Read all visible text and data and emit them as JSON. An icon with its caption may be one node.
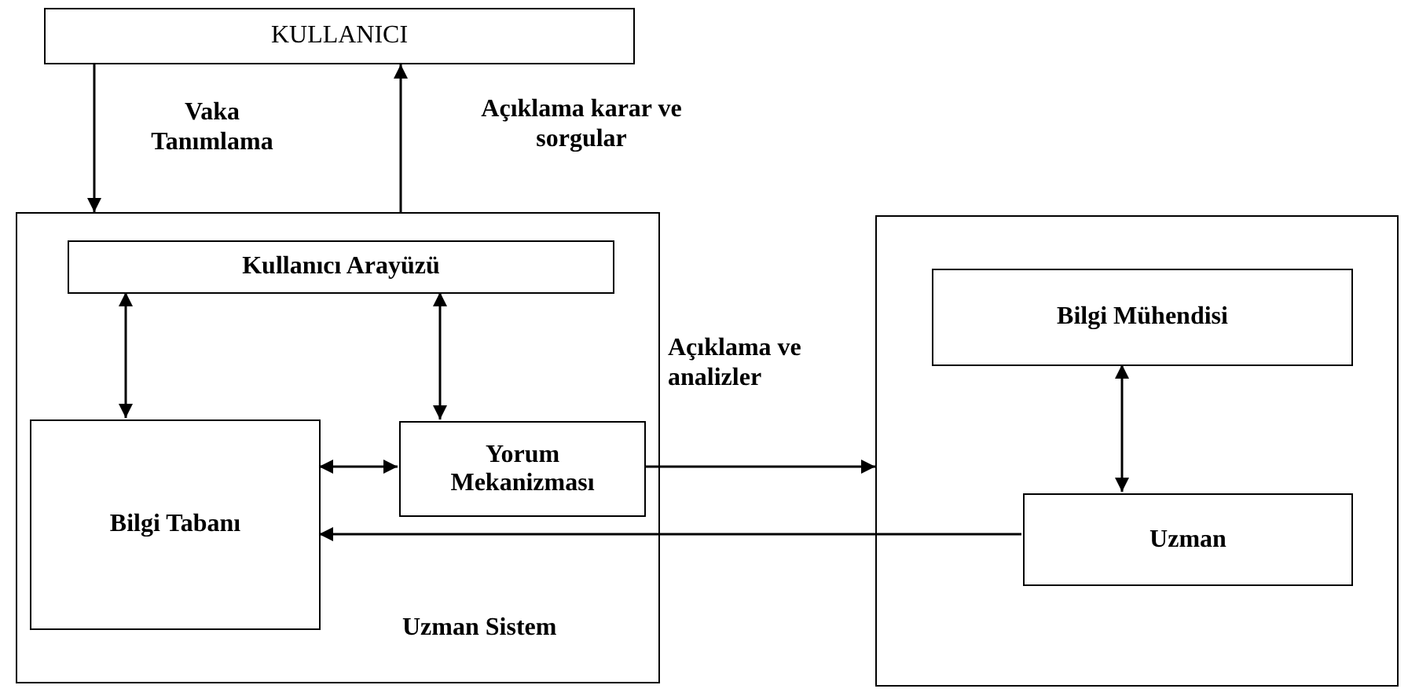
{
  "diagram": {
    "nodes": [
      {
        "text": [
          "KULLANICI"
        ]
      },
      {
        "text": [
          "Uzman Sistem"
        ]
      },
      {
        "text": [
          "Kullanıcı Arayüzü"
        ],
        "in": 1
      },
      {
        "text": [
          "Bilgi Tabanı"
        ],
        "in": 1
      },
      {
        "text": [
          "Yorum Mekanizması"
        ],
        "in": 1
      },
      {
        "text": [],
        "shape": "box"
      },
      {
        "text": [
          "Bilgi Mühendisi"
        ],
        "in": 5
      },
      {
        "text": [
          "Uzman"
        ],
        "in": 5
      }
    ],
    "edges": [
      {
        "from": 0,
        "to": 1,
        "arrow": "to",
        "label": "Vaka Tanımlama"
      },
      {
        "from": 1,
        "to": 0,
        "arrow": "to",
        "label": "Açıklama karar ve sorgular"
      },
      {
        "from": 2,
        "to": 3,
        "arrow": "both"
      },
      {
        "from": 2,
        "to": 4,
        "arrow": "both"
      },
      {
        "from": 3,
        "to": 4,
        "arrow": "both"
      },
      {
        "from": 4,
        "to": 5,
        "arrow": "to",
        "label": "Açıklama ve analizler"
      },
      {
        "from": 6,
        "to": 7,
        "arrow": "both"
      },
      {
        "from": 7,
        "to": 3,
        "arrow": "to"
      }
    ]
  }
}
